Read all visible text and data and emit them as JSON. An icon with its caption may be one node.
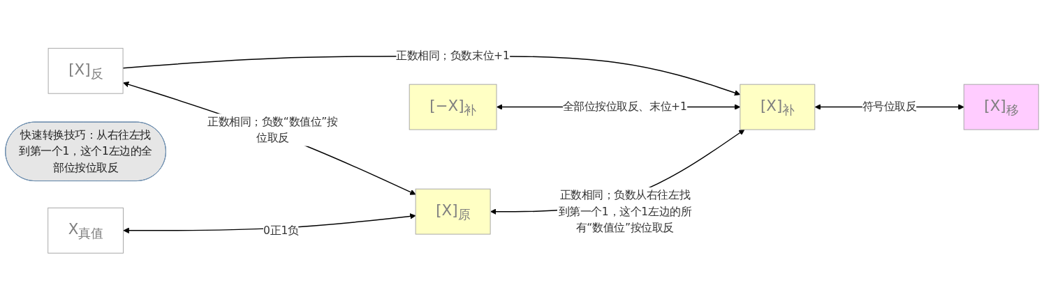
{
  "diagram": {
    "nodes": [
      {
        "text": [
          "[X]$_{反}$"
        ]
      },
      {
        "text": [
          "[−X]$_{补}$"
        ]
      },
      {
        "text": [
          "快速转换技巧：从右往左找到第一个1，这个1左边的全部位按位取反"
        ]
      },
      {
        "text": [
          "X$_{真值}$"
        ]
      },
      {
        "text": [
          "[X]$_{原}$"
        ]
      },
      {
        "text": [
          "[X]$_{补}$"
        ]
      },
      {
        "text": [
          "[X]$_{移}$"
        ]
      }
    ],
    "edges": [
      {
        "from": 0,
        "to": 4,
        "arrow": "both",
        "label": "正数相同；负数“数值位”按位取反"
      },
      {
        "from": 0,
        "to": 5,
        "arrow": "to",
        "label": "正数相同；负数末位+1"
      },
      {
        "from": 1,
        "to": 5,
        "arrow": "both",
        "label": "全部位按位取反、末位+1"
      },
      {
        "from": 3,
        "to": 4,
        "arrow": "both",
        "label": "0正1负"
      },
      {
        "from": 4,
        "to": 5,
        "arrow": "both",
        "label": "正数相同；负数从右往左找到第一个1，这个1左边的所有“数值位”按位取反"
      },
      {
        "from": 5,
        "to": 6,
        "arrow": "both",
        "label": "符号位取反"
      }
    ]
  }
}
